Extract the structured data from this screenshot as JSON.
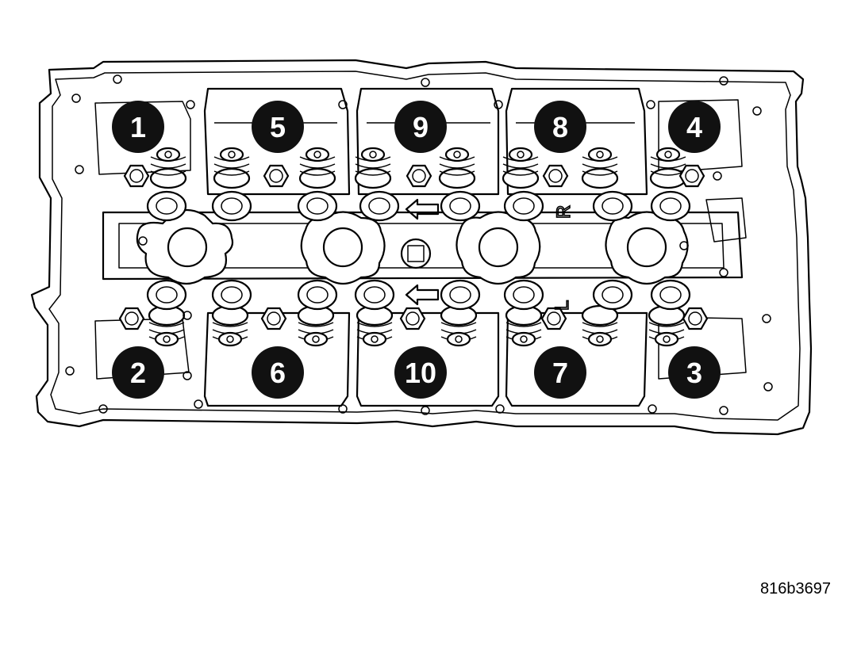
{
  "diagram": {
    "part_number": "816b3697",
    "direction_mark_right": "R",
    "direction_mark_left": "L",
    "colors": {
      "line": "#000000",
      "background": "#ffffff",
      "badge_fill": "#111111",
      "badge_text": "#ffffff"
    },
    "bolt_sequence": [
      {
        "label": "1",
        "row": "top",
        "column": 1
      },
      {
        "label": "5",
        "row": "top",
        "column": 2
      },
      {
        "label": "9",
        "row": "top",
        "column": 3
      },
      {
        "label": "8",
        "row": "top",
        "column": 4
      },
      {
        "label": "4",
        "row": "top",
        "column": 5
      },
      {
        "label": "2",
        "row": "bottom",
        "column": 1
      },
      {
        "label": "6",
        "row": "bottom",
        "column": 2
      },
      {
        "label": "10",
        "row": "bottom",
        "column": 3
      },
      {
        "label": "7",
        "row": "bottom",
        "column": 4
      },
      {
        "label": "3",
        "row": "bottom",
        "column": 5
      }
    ]
  }
}
